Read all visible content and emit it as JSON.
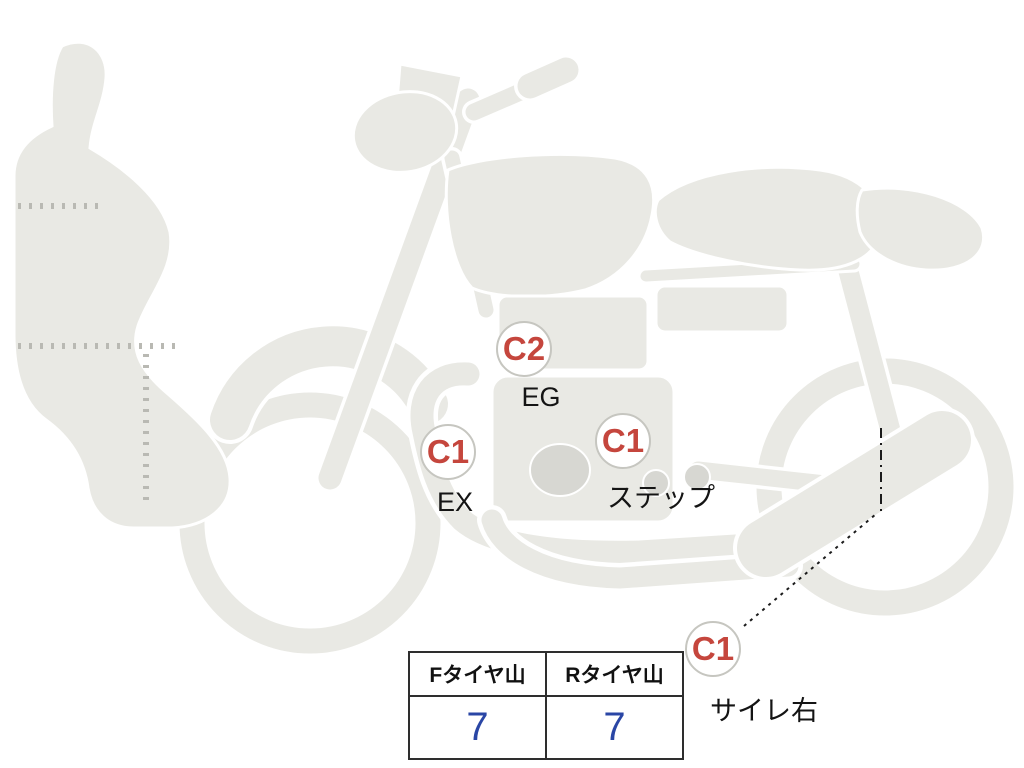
{
  "diagram": {
    "annotations": [
      {
        "code": "C2",
        "label": "EG"
      },
      {
        "code": "C1",
        "label": "EX"
      },
      {
        "code": "C1",
        "label": "ステップ"
      },
      {
        "code": "C1",
        "label": "サイレ右"
      }
    ]
  },
  "tire_table": {
    "columns": [
      {
        "header": "Fタイヤ山",
        "value": "7"
      },
      {
        "header": "Rタイヤ山",
        "value": "7"
      }
    ]
  },
  "colors": {
    "code_red": "#c5463d",
    "value_blue": "#2a46a5",
    "body_gray": "#e9e9e4",
    "detail_gray": "#d7d7d2",
    "stitch_gray": "#b9b9b3",
    "line_black": "#1c1c1c"
  }
}
